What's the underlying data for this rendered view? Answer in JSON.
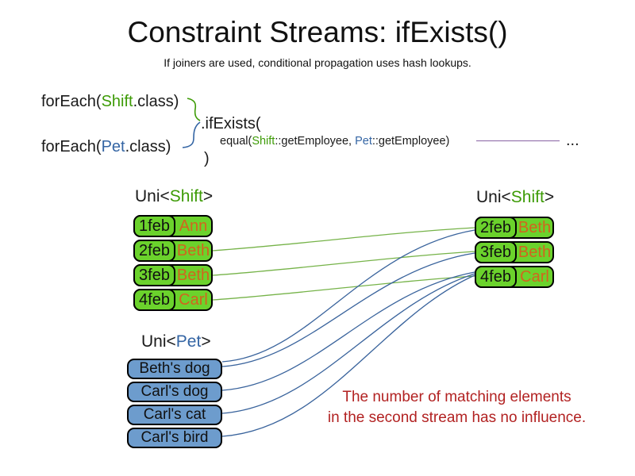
{
  "title": "Constraint Streams: ifExists()",
  "subtitle": "If joiners are used, conditional propagation uses hash lookups.",
  "code": {
    "foreach_shift": {
      "prefix": "forEach(",
      "type": "Shift",
      "suffix": ".class)"
    },
    "foreach_pet": {
      "prefix": "forEach(",
      "type": "Pet",
      "suffix": ".class)"
    },
    "if_exists_open": ".ifExists(",
    "joiner": {
      "prefix": "equal(",
      "left_type": "Shift",
      "left_method": "::getEmployee, ",
      "right_type": "Pet",
      "right_method": "::getEmployee)"
    },
    "if_exists_close": ")",
    "ellipsis": "..."
  },
  "left_shift_stream": {
    "label": {
      "prefix": "Uni<",
      "type": "Shift",
      "suffix": ">"
    },
    "rows": [
      {
        "date": "1feb",
        "name": "Ann"
      },
      {
        "date": "2feb",
        "name": "Beth"
      },
      {
        "date": "3feb",
        "name": "Beth"
      },
      {
        "date": "4feb",
        "name": "Carl"
      }
    ]
  },
  "right_shift_stream": {
    "label": {
      "prefix": "Uni<",
      "type": "Shift",
      "suffix": ">"
    },
    "rows": [
      {
        "date": "2feb",
        "name": "Beth"
      },
      {
        "date": "3feb",
        "name": "Beth"
      },
      {
        "date": "4feb",
        "name": "Carl"
      }
    ]
  },
  "pet_stream": {
    "label": {
      "prefix": "Uni<",
      "type": "Pet",
      "suffix": ">"
    },
    "items": [
      "Beth's dog",
      "Carl's dog",
      "Carl's cat",
      "Carl's bird"
    ]
  },
  "note": {
    "line1": "The number of matching elements",
    "line2": "in the second stream has no influence."
  },
  "colors": {
    "shift_type_green": "#3d9b06",
    "pet_type_blue": "#3465a4",
    "employee_name_orange": "#d2641e",
    "shift_box_fill": "#6bd22c",
    "pet_box_fill": "#6d9ccd",
    "connector_green": "#76b349",
    "connector_blue": "#39639c",
    "joiner_line_purple": "#9878b0",
    "note_red": "#b22222"
  }
}
